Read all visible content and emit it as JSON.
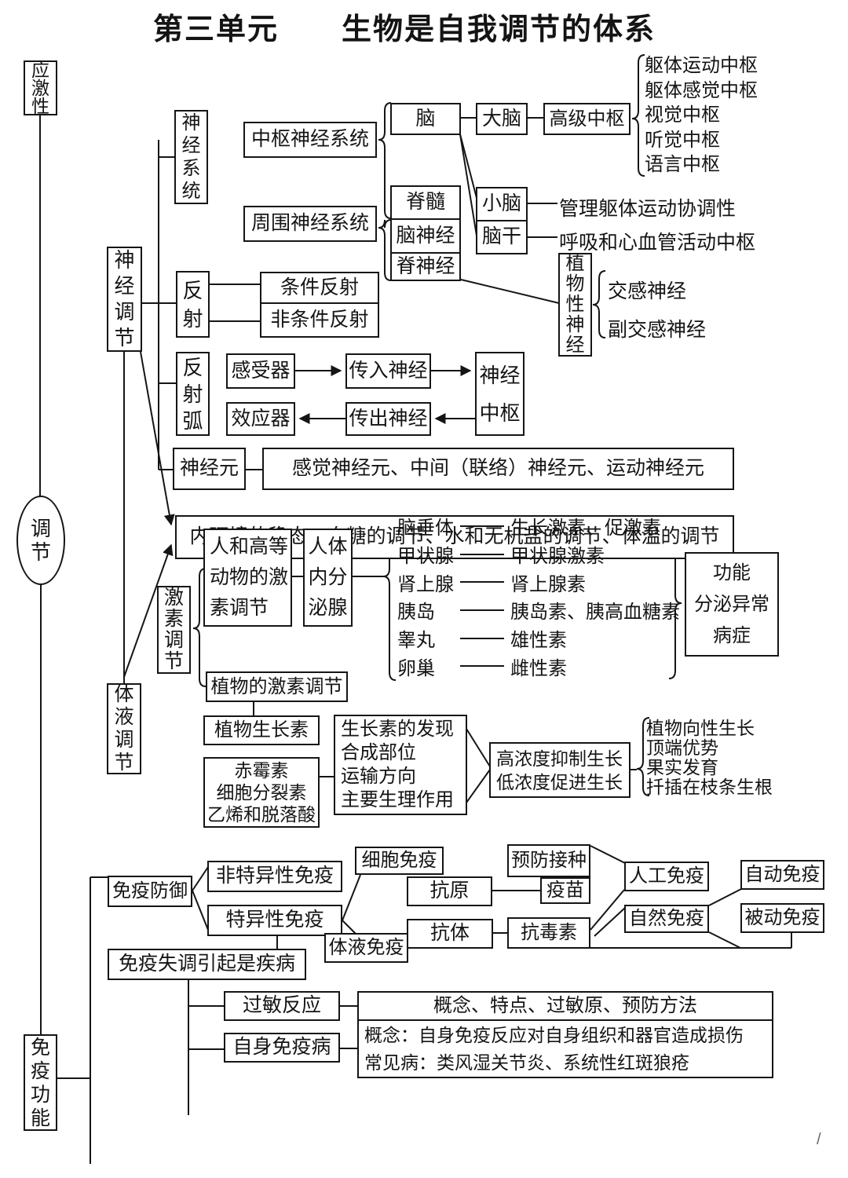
{
  "title": "第三单元　　生物是自我调节的体系",
  "left": {
    "stimulus": "应激性",
    "regulation": "调节",
    "immune_function": "免疫功能"
  },
  "nerve": {
    "system": "神经系统",
    "regulation": "神经调节",
    "cns": "中枢神经系统",
    "pns": "周围神经系统",
    "brain": "脑",
    "cerebrum": "大脑",
    "higher_center": "高级中枢",
    "higher_centers": [
      "躯体运动中枢",
      "躯体感觉中枢",
      "视觉中枢",
      "听觉中枢",
      "语言中枢"
    ],
    "spinal_cord": "脊髓",
    "cranial_nerve": "脑神经",
    "spinal_nerve": "脊神经",
    "cerebellum": "小脑",
    "cerebellum_note": "管理躯体运动协调性",
    "brainstem": "脑干",
    "brainstem_note": "呼吸和心血管活动中枢",
    "autonomic": "植物性神经",
    "sympathetic": "交感神经",
    "parasympathetic": "副交感神经",
    "reflex": "反射",
    "conditioned": "条件反射",
    "unconditioned": "非条件反射",
    "reflex_arc": "反射弧",
    "receptor": "感受器",
    "afferent": "传入神经",
    "center": "神经中枢",
    "efferent": "传出神经",
    "effector": "效应器",
    "neuron": "神经元",
    "neuron_types": "感觉神经元、中间（联络）神经元、运动神经元",
    "homeostasis": "内环境的稳态：血糖的调节、水和无机盐的调节、体温的调节"
  },
  "humoral": {
    "regulation": "体液调节",
    "hormone": "激素调节",
    "animal": "人和高等动物的激素调节",
    "glands_title": "人体内分泌腺",
    "glands": [
      {
        "gland": "脑垂体",
        "hormones": "生长激素、促激素"
      },
      {
        "gland": "甲状腺",
        "hormones": "甲状腺激素"
      },
      {
        "gland": "肾上腺",
        "hormones": "肾上腺素"
      },
      {
        "gland": "胰岛",
        "hormones": "胰岛素、胰高血糖素"
      },
      {
        "gland": "睾丸",
        "hormones": "雄性素"
      },
      {
        "gland": "卵巢",
        "hormones": "雌性素"
      }
    ],
    "disorder": [
      "功能",
      "分泌异常",
      "病症"
    ],
    "plant": "植物的激素调节",
    "auxin": "植物生长素",
    "other_plant_hormones": [
      "赤霉素",
      "细胞分裂素",
      "乙烯和脱落酸"
    ],
    "auxin_topics": [
      "生长素的发现",
      "合成部位",
      "运输方向",
      "主要生理作用"
    ],
    "concentration": [
      "高浓度抑制生长",
      "低浓度促进生长"
    ],
    "auxin_effects": [
      "植物向性生长",
      "顶端优势",
      "果实发育",
      "扦插在枝条生根"
    ]
  },
  "immune": {
    "defense": "免疫防御",
    "nonspecific": "非特异性免疫",
    "specific": "特异性免疫",
    "cellular": "细胞免疫",
    "humoral": "体液免疫",
    "antigen": "抗原",
    "antibody": "抗体",
    "vaccination": "预防接种",
    "vaccine": "疫苗",
    "antitoxin": "抗毒素",
    "artificial": "人工免疫",
    "natural": "自然免疫",
    "active": "自动免疫",
    "passive": "被动免疫",
    "disorder": "免疫失调引起是疾病",
    "allergy": "过敏反应",
    "allergy_points": "概念、特点、过敏原、预防方法",
    "autoimmune": "自身免疫病",
    "autoimmune_lines": [
      "概念：自身免疫反应对自身组织和器官造成损伤",
      "常见病：类风湿关节炎、系统性红斑狼疮"
    ]
  },
  "stray_mark": "/"
}
